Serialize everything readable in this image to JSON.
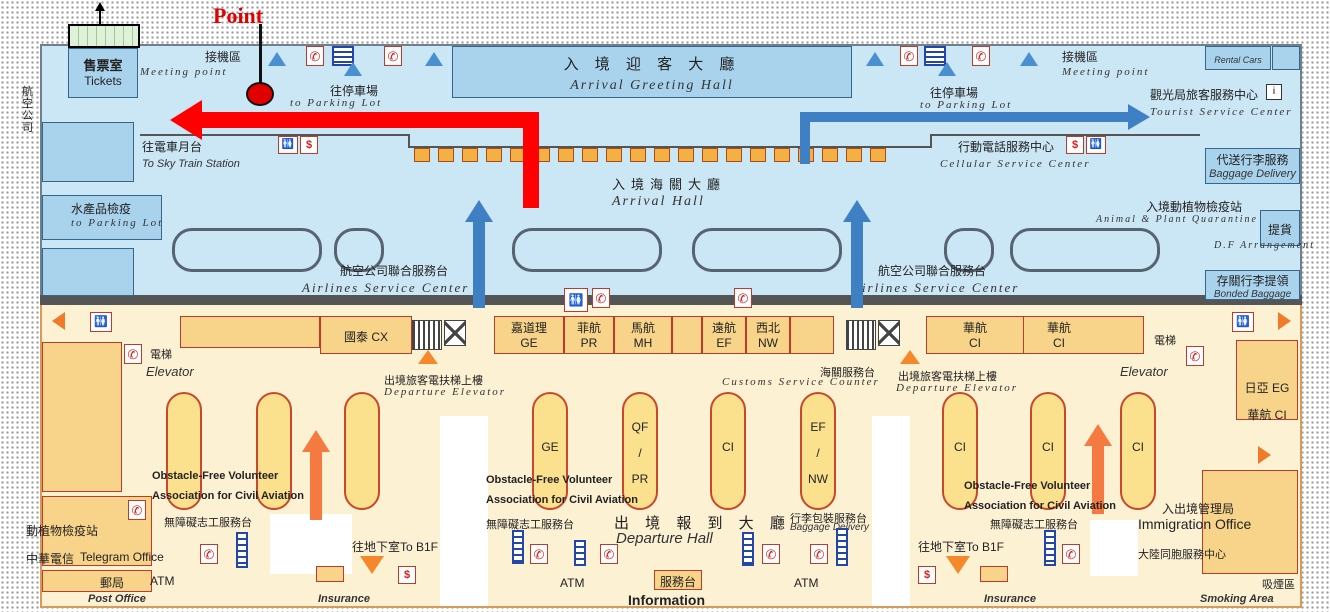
{
  "point_label": "Point",
  "upper": {
    "meeting_left_zh": "接機區",
    "meeting_left_en": "Meeting point",
    "meeting_right_zh": "接機區",
    "meeting_right_en": "Meeting point",
    "tickets_zh": "售票室",
    "tickets_en": "Tickets",
    "parking_left_zh": "往停車場",
    "parking_left_en": "to Parking Lot",
    "parking_right_zh": "往停車場",
    "parking_right_en": "to Parking Lot",
    "arrival_greeting_zh": "入 境 迎 客 大 廳",
    "arrival_greeting_en": "Arrival Greeting Hall",
    "skytrain_zh": "往電車月台",
    "skytrain_en": "To Sky Train Station",
    "customs_hall_zh": "入境海關大廳",
    "customs_hall_en": "Arrival Hall",
    "tourist_zh": "觀光局旅客服務中心",
    "tourist_en": "Tourist Service Center",
    "cellular_zh": "行動電話服務中心",
    "cellular_en": "Cellular Service Center",
    "baggage_zh": "代送行李服務",
    "baggage_en": "Baggage Delivery",
    "quarantine_zh": "入境動植物檢疫站",
    "quarantine_en": "Animal & Plant Quarantine",
    "df_zh": "提貨",
    "df_en": "D.F Arrangement",
    "stored_zh": "存關行李提領",
    "stored_en": "Bonded Baggage",
    "aquatic_zh": "水產品檢疫",
    "aquatic_en": "to Parking Lot",
    "rental_en": "Rental Cars",
    "airline_left_zh": "航空公司聯合服務台",
    "airline_left_en": "Airlines Service Center",
    "airline_right_zh": "航空公司聯合服務台",
    "airline_right_en": "Airlines Service Center"
  },
  "lower": {
    "elevator_left": "Elevator",
    "elevator_right": "Elevator",
    "elevator_left_zh": "電梯",
    "elevator_right_zh": "電梯",
    "cx": "國泰 CX",
    "counters_mid": [
      {
        "zh": "嘉道理",
        "code": "GE"
      },
      {
        "zh": "菲航",
        "code": "PR"
      },
      {
        "zh": "馬航",
        "code": "MH"
      },
      {
        "zh": "遠航",
        "code": "EF"
      },
      {
        "zh": "西北",
        "code": "NW"
      }
    ],
    "counters_right": [
      {
        "zh": "華航",
        "code": "CI"
      },
      {
        "zh": "華航",
        "code": "CI"
      }
    ],
    "dep_elev_left_zh": "出境旅客電扶梯上樓",
    "dep_elev_left_en": "Departure Elevator",
    "dep_elev_right_zh": "出境旅客電扶梯上樓",
    "dep_elev_right_en": "Departure Elevator",
    "customs_counter_zh": "海關服務台",
    "customs_counter_en": "Customs Service Counter",
    "islands": [
      "GE",
      "QF / PR",
      "CI",
      "EF / NW",
      "CI",
      "CI",
      "CI"
    ],
    "volunteer_1": "Obstacle-Free Volunteer",
    "volunteer_2": "Association for Civil Aviation",
    "volunteer_desk_zh": "無障礙志工服務台",
    "departure_hall_zh": "出 境 報 到 大 廳",
    "departure_hall_en": "Departure Hall",
    "baggage_wrap_zh": "行李包裝服務台",
    "baggage_wrap_en": "Baggage Delivery",
    "b1f_left": "往地下室To B1F",
    "b1f_right": "往地下室To B1F",
    "immigration_zh": "入出境管理局",
    "immigration_en": "Immigration Office",
    "mainland_zh": "大陸同胞服務中心",
    "jal": "日亞 EG",
    "cal": "華航 CI",
    "telegram_zh": "中華電信",
    "telegram": "Telegram Office",
    "quarantine_zh": "動植物檢疫站",
    "post_zh": "郵局",
    "post_en": "Post Office",
    "atm": "ATM",
    "insurance": "Insurance",
    "information_zh": "服務台",
    "information_en": "Information",
    "smoking": "Smoking Area",
    "smoking_zh": "吸煙區",
    "left_side": "航空公司"
  },
  "colors": {
    "red_route": "#ff0000",
    "blue_route": "#3f7fc4",
    "upper_bg": "#cbe6f4",
    "lower_bg": "#fdf1d4"
  }
}
